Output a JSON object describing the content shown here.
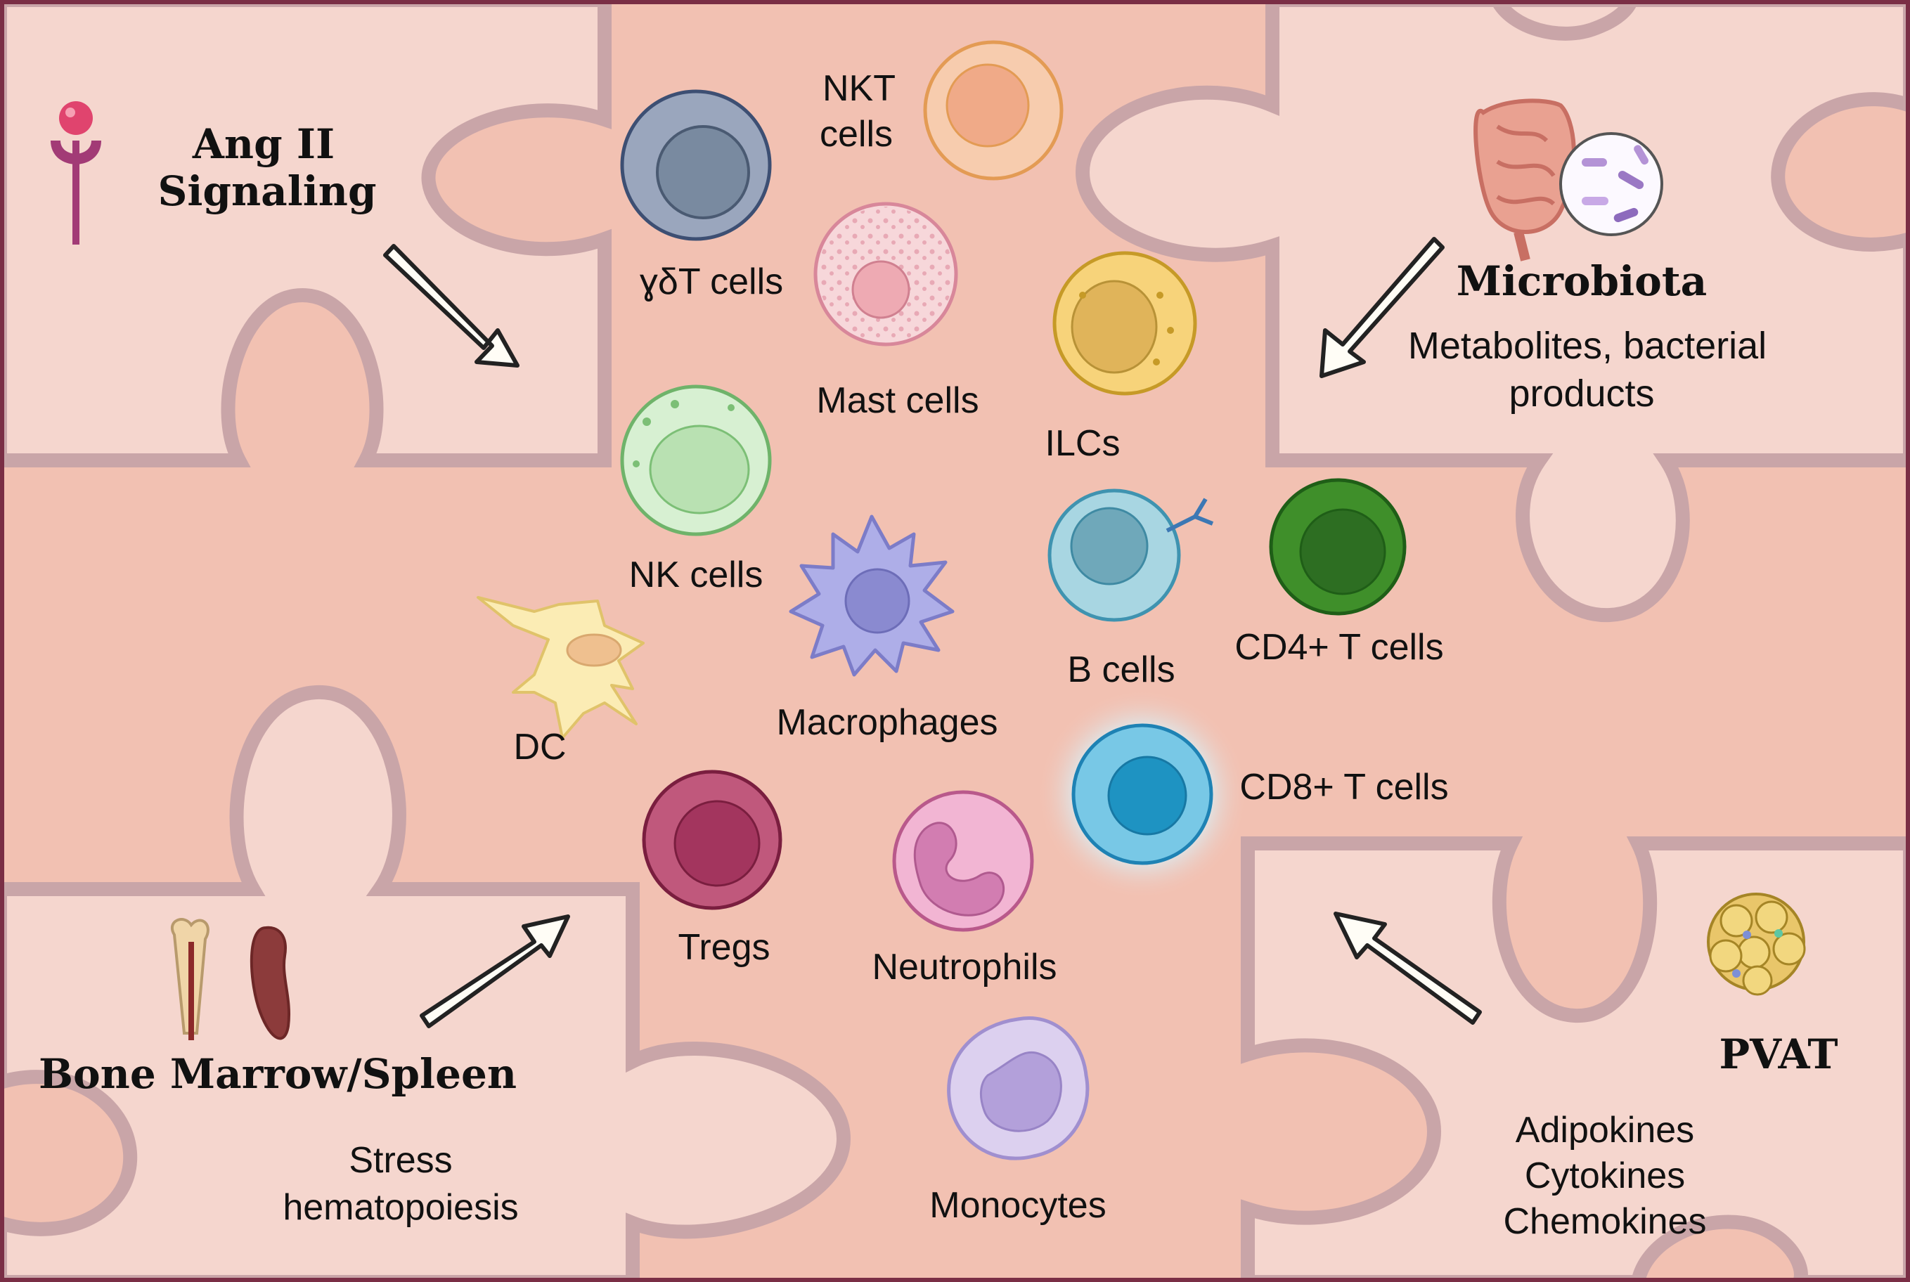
{
  "regions": {
    "ang_ii": {
      "title_line1": "Ang II",
      "title_line2": "Signaling"
    },
    "microbiota": {
      "title": "Microbiota",
      "subtitle_line1": "Metabolites, bacterial",
      "subtitle_line2": "products"
    },
    "bone_marrow": {
      "title": "Bone Marrow/Spleen",
      "subtitle_line1": "Stress",
      "subtitle_line2": "hematopoiesis"
    },
    "pvat": {
      "title": "PVAT",
      "subtitle_line1": "Adipokines",
      "subtitle_line2": "Cytokines",
      "subtitle_line3": "Chemokines"
    }
  },
  "cells": {
    "nkt_line1": "NKT",
    "nkt_line2": "cells",
    "gamma_delta_t": "ɣδT cells",
    "mast": "Mast cells",
    "ilcs": "ILCs",
    "nk": "NK cells",
    "macrophages": "Macrophages",
    "b_cells": "B cells",
    "cd4_t": "CD4+ T cells",
    "dc": "DC",
    "cd8_t": "CD8+ T cells",
    "tregs": "Tregs",
    "neutrophils": "Neutrophils",
    "monocytes": "Monocytes"
  },
  "colors": {
    "background": "#f2c1b2",
    "puzzle_piece": "#f5d6ce",
    "puzzle_outline": "#c9a5a8",
    "border": "#7a2e45"
  }
}
